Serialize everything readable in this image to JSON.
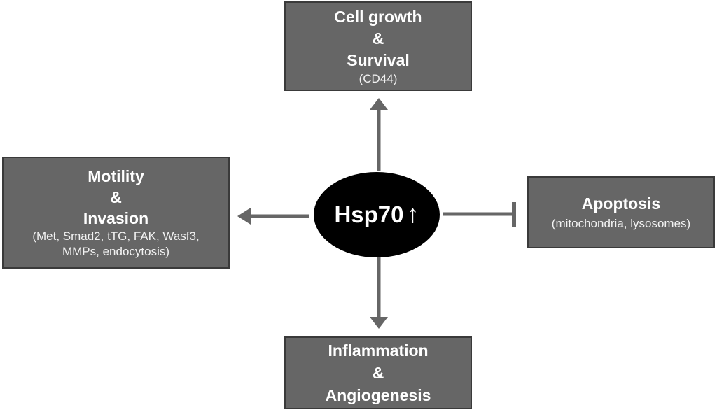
{
  "center": {
    "label": "Hsp70",
    "arrow_symbol": "↑"
  },
  "top_box": {
    "line1": "Cell growth",
    "line2": "&",
    "line3": "Survival",
    "detail": "(CD44)"
  },
  "left_box": {
    "line1": "Motility",
    "line2": "&",
    "line3": "Invasion",
    "detail_line1": "(Met, Smad2, tTG, FAK, Wasf3,",
    "detail_line2": "MMPs, endocytosis)"
  },
  "right_box": {
    "line1": "Apoptosis",
    "detail": "(mitochondria, lysosomes)"
  },
  "bottom_box": {
    "line1": "Inflammation",
    "line2": "&",
    "line3": "Angiogenesis"
  },
  "colors": {
    "box_fill": "#666666",
    "box_border": "#3a3a3a",
    "arrow": "#666666",
    "center_fill": "#000000",
    "text": "#ffffff"
  },
  "relations": [
    {
      "from": "Hsp70",
      "to": "Cell growth & Survival",
      "type": "promotes"
    },
    {
      "from": "Hsp70",
      "to": "Motility & Invasion",
      "type": "promotes"
    },
    {
      "from": "Hsp70",
      "to": "Inflammation & Angiogenesis",
      "type": "promotes"
    },
    {
      "from": "Hsp70",
      "to": "Apoptosis",
      "type": "inhibits"
    }
  ]
}
